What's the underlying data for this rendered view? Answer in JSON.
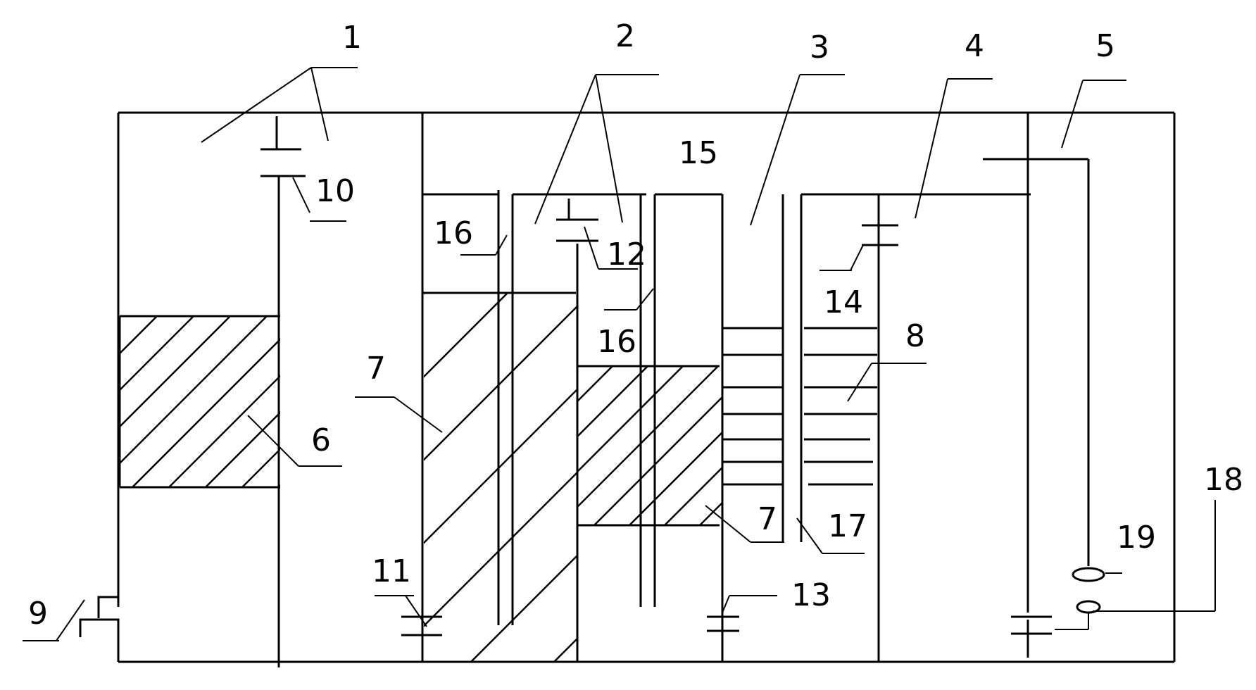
{
  "diagram": {
    "stroke_color": "#000000",
    "background": "#ffffff",
    "labels": {
      "l1": "1",
      "l2": "2",
      "l3": "3",
      "l4": "4",
      "l5": "5",
      "l6": "6",
      "l7a": "7",
      "l7b": "7",
      "l8": "8",
      "l9": "9",
      "l10": "10",
      "l11": "11",
      "l12": "12",
      "l13": "13",
      "l14": "14",
      "l15": "15",
      "l16a": "16",
      "l16b": "16",
      "l17": "17",
      "l18": "18",
      "l19": "19"
    }
  }
}
